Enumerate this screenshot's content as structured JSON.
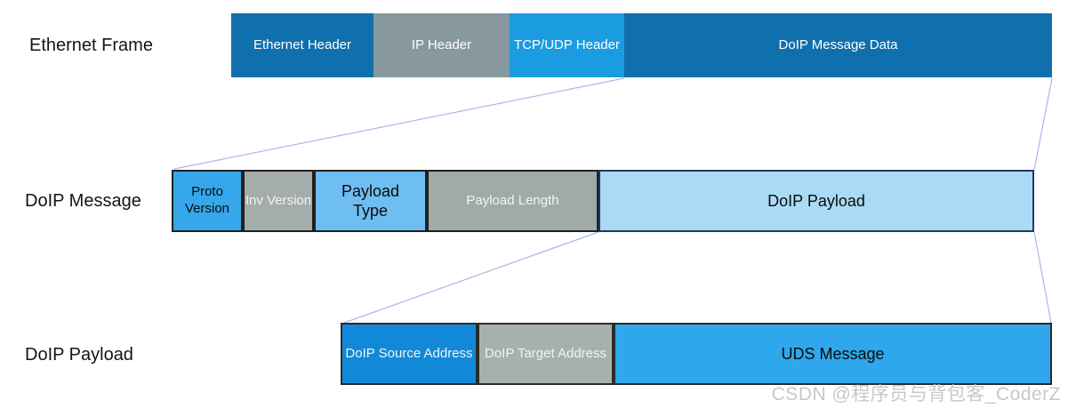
{
  "colors": {
    "dark_blue": "#1070ad",
    "ip_gray": "#87989f",
    "bright_blue": "#1b9ce1",
    "proto_blue": "#35a7ea",
    "inv_gray": "#a5adaa",
    "payload_type_blue": "#6ebef2",
    "payload_length_gray": "#a0aaa7",
    "pale_blue": "#aadaf6",
    "source_blue": "#1289d8",
    "target_gray": "#a6b0ad",
    "uds_blue": "#2ea7ec",
    "connector_line": "#a8b8e8",
    "border_dark": "#1f1f1f",
    "border_navy": "#1f3864",
    "watermark_gray": "#c8c8c8"
  },
  "rows": [
    {
      "label": "Ethernet Frame",
      "segments": [
        {
          "label": "Ethernet Header"
        },
        {
          "label": "IP Header"
        },
        {
          "label": "TCP/UDP Header"
        },
        {
          "label": "DoIP Message Data"
        }
      ]
    },
    {
      "label": "DoIP Message",
      "segments": [
        {
          "label": "Proto Version"
        },
        {
          "label": "Inv Version"
        },
        {
          "label": "Payload Type"
        },
        {
          "label": "Payload Length"
        },
        {
          "label": "DoIP Payload"
        }
      ]
    },
    {
      "label": "DoIP Payload",
      "segments": [
        {
          "label": "DoIP Source Address"
        },
        {
          "label": "DoIP Target Address"
        },
        {
          "label": "UDS Message"
        }
      ]
    }
  ],
  "watermark": "CSDN @程序员与背包客_CoderZ"
}
